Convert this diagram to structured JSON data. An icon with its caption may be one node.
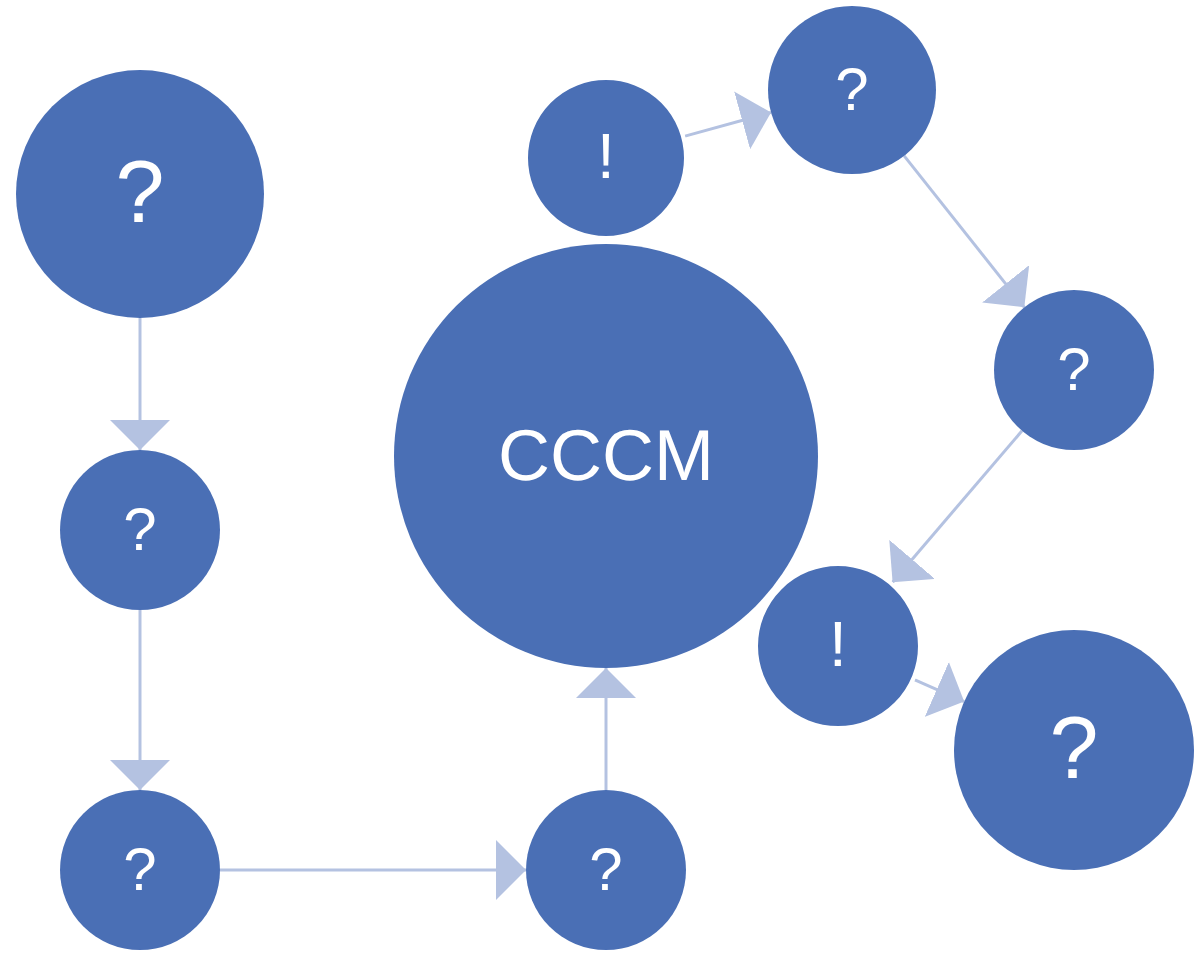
{
  "diagram": {
    "nodes": [
      {
        "text": [
          "?"
        ]
      },
      {
        "text": [
          "?"
        ]
      },
      {
        "text": [
          "?"
        ]
      },
      {
        "text": [
          "?"
        ]
      },
      {
        "text": [
          "CCCM"
        ]
      },
      {
        "text": [
          "!"
        ]
      },
      {
        "text": [
          "!"
        ]
      },
      {
        "text": [
          "?"
        ]
      },
      {
        "text": [
          "?"
        ]
      },
      {
        "text": [
          "?"
        ]
      }
    ],
    "edges": [
      {
        "from": 0,
        "to": 1,
        "arrow": "to"
      },
      {
        "from": 1,
        "to": 2,
        "arrow": "to"
      },
      {
        "from": 2,
        "to": 3,
        "arrow": "to"
      },
      {
        "from": 3,
        "to": 4,
        "arrow": "to"
      },
      {
        "from": 5,
        "to": 7,
        "arrow": "to"
      },
      {
        "from": 7,
        "to": 8,
        "arrow": "to"
      },
      {
        "from": 8,
        "to": 6,
        "arrow": "to"
      },
      {
        "from": 6,
        "to": 9,
        "arrow": "to"
      }
    ]
  }
}
